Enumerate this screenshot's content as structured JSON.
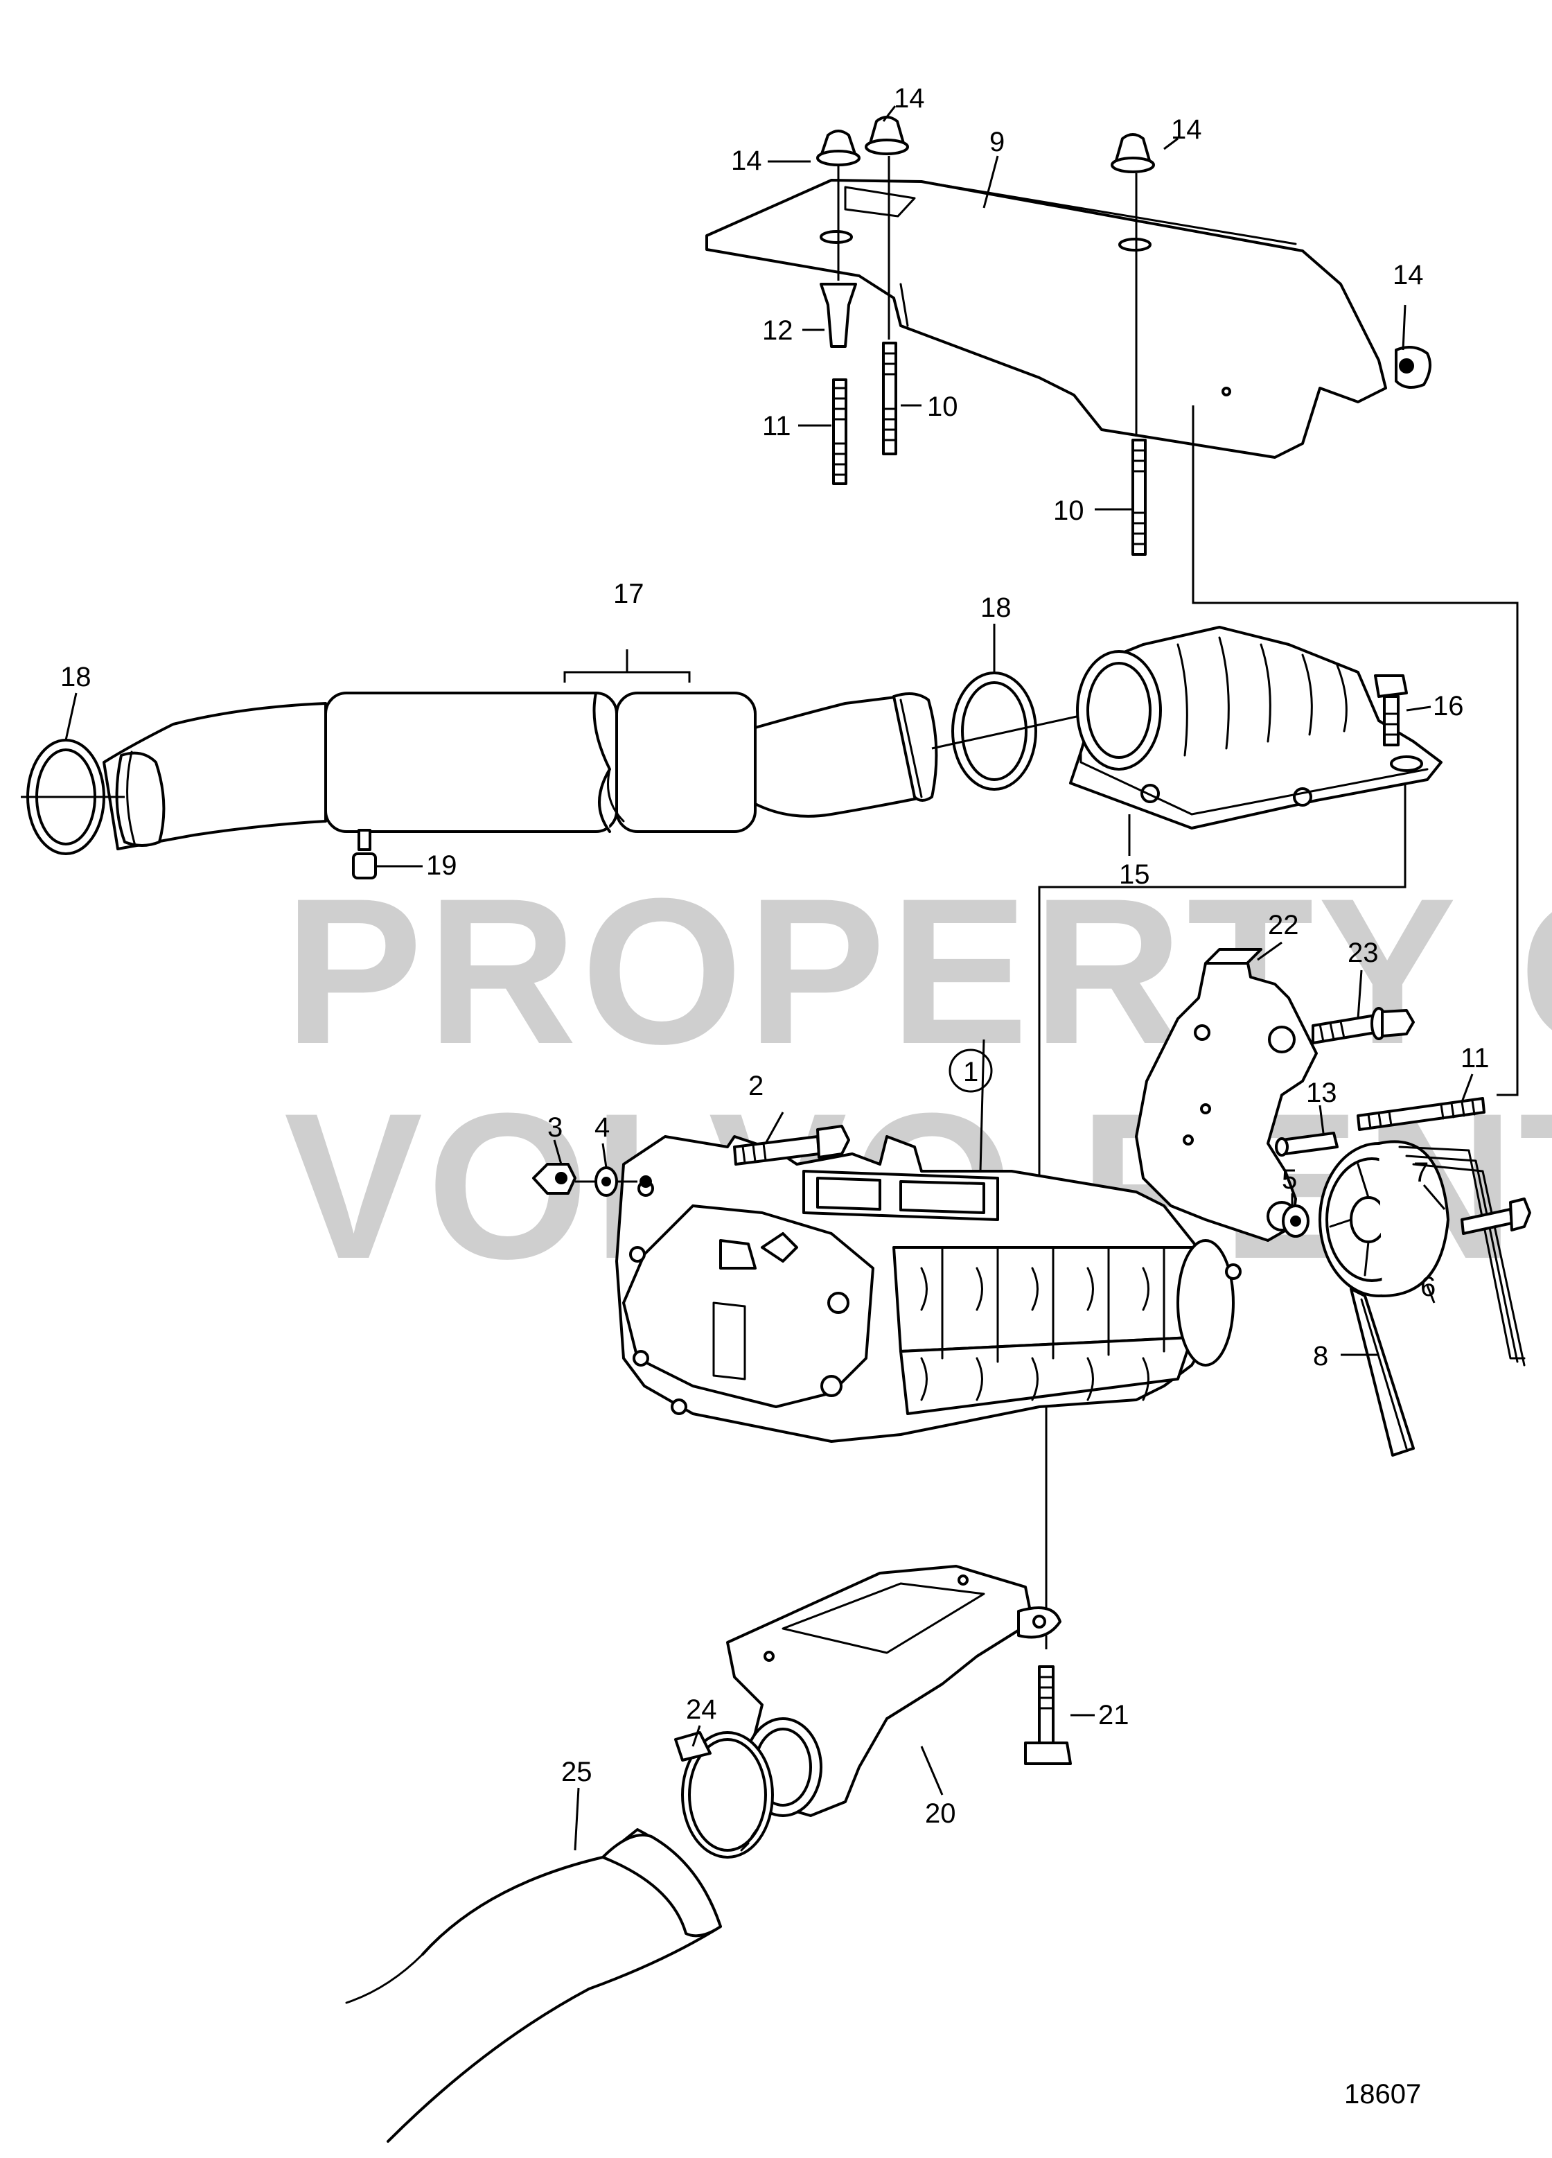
{
  "watermark": {
    "line1": "PROPERTY OF",
    "line2": "VOLVO PENTA"
  },
  "figure_number": "18607",
  "callouts": {
    "c1": "1",
    "c2": "2",
    "c3": "3",
    "c4": "4",
    "c5": "5",
    "c6": "6",
    "c7": "7",
    "c8": "8",
    "c9": "9",
    "c10a": "10",
    "c10b": "10",
    "c11a": "11",
    "c11b": "11",
    "c12": "12",
    "c13": "13",
    "c14a": "14",
    "c14b": "14",
    "c14c": "14",
    "c14d": "14",
    "c15": "15",
    "c16": "16",
    "c17": "17",
    "c18a": "18",
    "c18b": "18",
    "c19": "19",
    "c20": "20",
    "c21": "21",
    "c22": "22",
    "c23": "23",
    "c24": "24",
    "c25": "25"
  }
}
